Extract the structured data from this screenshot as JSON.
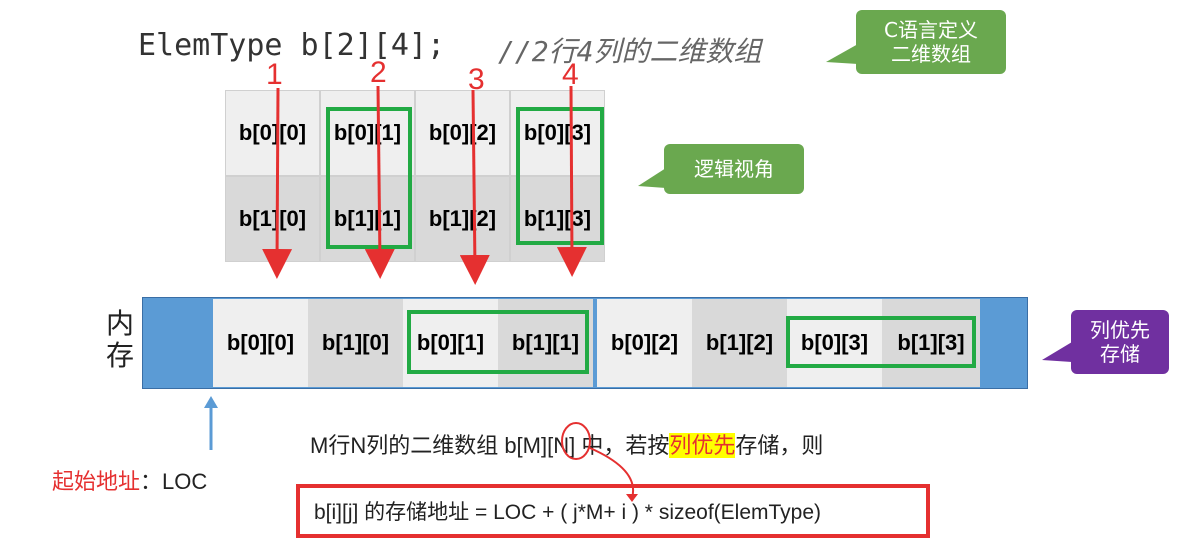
{
  "code": {
    "decl": "ElemType b[2][4];",
    "comment": "//2行4列的二维数组"
  },
  "callouts": {
    "c_def": [
      "C语言定义",
      "二维数组"
    ],
    "logic": "逻辑视角",
    "col_major": [
      "列优先",
      "存储"
    ]
  },
  "column_numbers": [
    "1",
    "2",
    "3",
    "4"
  ],
  "logical_grid": [
    [
      "b[0][0]",
      "b[0][1]",
      "b[0][2]",
      "b[0][3]"
    ],
    [
      "b[1][0]",
      "b[1][1]",
      "b[1][2]",
      "b[1][3]"
    ]
  ],
  "memory": {
    "label": [
      "内",
      "存"
    ],
    "cells": [
      "b[0][0]",
      "b[1][0]",
      "b[0][1]",
      "b[1][1]",
      "b[0][2]",
      "b[1][2]",
      "b[0][3]",
      "b[1][3]"
    ]
  },
  "start_label": {
    "prefix": "起始地址",
    "sep": "：",
    "value": "LOC"
  },
  "rule": {
    "before": "M行N列的二维数组 b[M][N] 中，若按",
    "highlight": "列优先",
    "after": "存储，则"
  },
  "formula": "b[i][j] 的存储地址 = LOC + ( j*M+ i ) * sizeof(ElemType)",
  "colors": {
    "green": "#22aa44",
    "red": "#e53030",
    "blue": "#5b9bd5",
    "callout_green": "#6aa84f",
    "callout_purple": "#7030a0",
    "highlight": "#ffff00"
  }
}
